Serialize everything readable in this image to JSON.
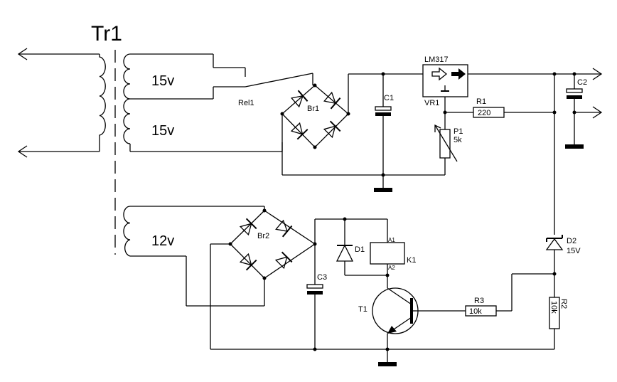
{
  "transformer": {
    "name": "Tr1",
    "winding_upper": "15v",
    "winding_lower": "15v",
    "winding_aux": "12v"
  },
  "relay_contact": {
    "label": "Rel1"
  },
  "bridge1": {
    "label": "Br1"
  },
  "bridge2": {
    "label": "Br2"
  },
  "regulator": {
    "name": "LM317",
    "ref": "VR1"
  },
  "c1": {
    "label": "C1"
  },
  "c2": {
    "label": "C2"
  },
  "c3": {
    "label": "C3"
  },
  "r1": {
    "ref": "R1",
    "value": "220"
  },
  "p1": {
    "ref": "P1",
    "value": "5k"
  },
  "d1": {
    "label": "D1"
  },
  "d2": {
    "ref": "D2",
    "value": "15V"
  },
  "k1": {
    "ref": "K1",
    "pin_a1": "A1",
    "pin_a2": "A2"
  },
  "t1": {
    "label": "T1"
  },
  "r3": {
    "ref": "R3",
    "value": "10k"
  },
  "r2": {
    "ref": "R2",
    "value": "10k"
  }
}
